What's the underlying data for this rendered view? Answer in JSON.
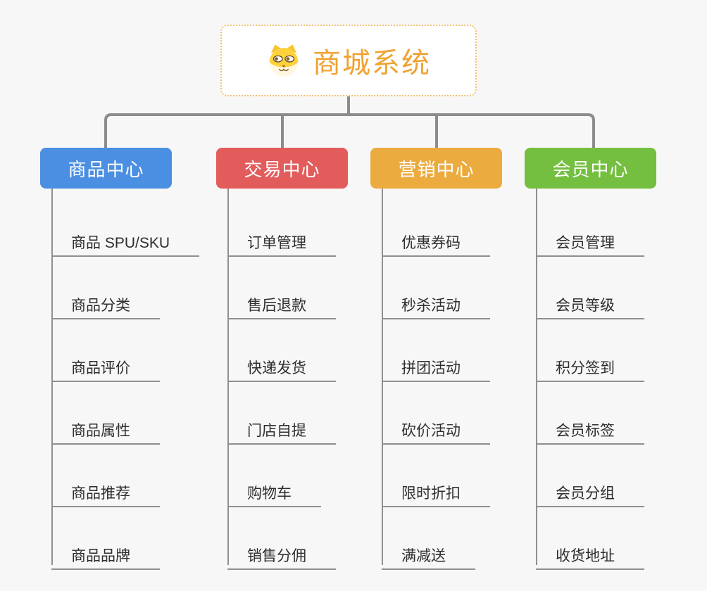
{
  "canvas": {
    "background": "#f7f7f7",
    "connector_color": "#8c8c8c",
    "leaf_line_color": "#8f8f8f"
  },
  "root": {
    "title": "商城系统",
    "icon": "dog-face-icon",
    "text_color": "#f0a232",
    "border_color": "#f2c06e",
    "background": "#ffffff"
  },
  "branches": [
    {
      "label": "商品中心",
      "color": "#4b8fe2",
      "children": [
        "商品 SPU/SKU",
        "商品分类",
        "商品评价",
        "商品属性",
        "商品推荐",
        "商品品牌"
      ]
    },
    {
      "label": "交易中心",
      "color": "#e25c5c",
      "children": [
        "订单管理",
        "售后退款",
        "快递发货",
        "门店自提",
        "购物车",
        "销售分佣"
      ]
    },
    {
      "label": "营销中心",
      "color": "#ecab3f",
      "children": [
        "优惠券码",
        "秒杀活动",
        "拼团活动",
        "砍价活动",
        "限时折扣",
        "满减送"
      ]
    },
    {
      "label": "会员中心",
      "color": "#74bf40",
      "children": [
        "会员管理",
        "会员等级",
        "积分签到",
        "会员标签",
        "会员分组",
        "收货地址"
      ]
    }
  ]
}
